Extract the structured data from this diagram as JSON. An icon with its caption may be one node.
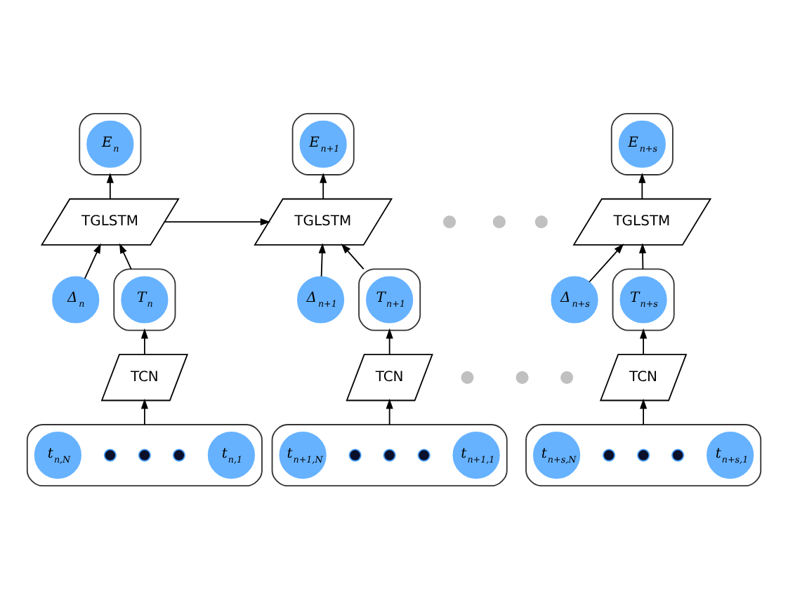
{
  "diagram": {
    "nodes": [
      {
        "text": [],
        "shape": "box"
      },
      {
        "text": [
          "E$_{n}$"
        ],
        "in": 0
      },
      {
        "text": [
          "TGLSTM"
        ]
      },
      {
        "text": [
          "Δ$_{n}$"
        ]
      },
      {
        "text": [],
        "shape": "box"
      },
      {
        "text": [
          "T$_{n}$"
        ],
        "in": 4
      },
      {
        "text": [
          "TCN"
        ]
      },
      {
        "text": [],
        "shape": "box"
      },
      {
        "text": [
          "t$_{n,1}$"
        ],
        "in": 7
      },
      {
        "text": [],
        "shape": "circle",
        "in": 7
      },
      {
        "text": [],
        "shape": "circle",
        "in": 7
      },
      {
        "text": [],
        "shape": "circle",
        "in": 7
      },
      {
        "text": [
          "t$_{n,N}$"
        ],
        "in": 7
      },
      {
        "text": [],
        "shape": "box"
      },
      {
        "text": [
          "E$_{n+1}$"
        ],
        "in": 13
      },
      {
        "text": [
          "TGLSTM"
        ]
      },
      {
        "text": [
          "Δ$_{n+1}$"
        ]
      },
      {
        "text": [],
        "shape": "box"
      },
      {
        "text": [
          "T$_{n+1}$"
        ],
        "in": 17
      },
      {
        "text": [
          "TCN"
        ]
      },
      {
        "text": [],
        "shape": "box"
      },
      {
        "text": [
          "t$_{n+1,1}$"
        ],
        "in": 20
      },
      {
        "text": [],
        "shape": "circle",
        "in": 20
      },
      {
        "text": [],
        "shape": "circle",
        "in": 20
      },
      {
        "text": [],
        "shape": "circle",
        "in": 20
      },
      {
        "text": [
          "t$_{n+1,N}$"
        ],
        "in": 20
      },
      {
        "text": [],
        "shape": "circle"
      },
      {
        "text": [],
        "shape": "circle"
      },
      {
        "text": [],
        "shape": "circle"
      },
      {
        "text": [],
        "shape": "circle"
      },
      {
        "text": [],
        "shape": "circle"
      },
      {
        "text": [],
        "shape": "circle"
      },
      {
        "text": [],
        "shape": "box"
      },
      {
        "text": [
          "E$_{n+s}$"
        ],
        "in": 32
      },
      {
        "text": [
          "TGLSTM"
        ]
      },
      {
        "text": [
          "Δ$_{n+s}$"
        ]
      },
      {
        "text": [],
        "shape": "box"
      },
      {
        "text": [
          "T$_{n+s}$"
        ],
        "in": 36
      },
      {
        "text": [
          "TCN"
        ]
      },
      {
        "text": [],
        "shape": "box"
      },
      {
        "text": [
          "t$_{n+s,1}$"
        ],
        "in": 39
      },
      {
        "text": [],
        "shape": "circle",
        "in": 39
      },
      {
        "text": [],
        "shape": "circle",
        "in": 39
      },
      {
        "text": [],
        "shape": "circle",
        "in": 39
      },
      {
        "text": [
          "t$_{n+s,N}$"
        ],
        "in": 39
      }
    ],
    "edges": [
      {
        "from": 7,
        "to": 6,
        "arrow": "to"
      },
      {
        "from": 6,
        "to": 4,
        "arrow": "to"
      },
      {
        "from": 4,
        "to": 2,
        "arrow": "to"
      },
      {
        "from": 3,
        "to": 2,
        "arrow": "to"
      },
      {
        "from": 2,
        "to": 0,
        "arrow": "to"
      },
      {
        "from": 2,
        "to": 15,
        "arrow": "to"
      },
      {
        "from": 20,
        "to": 19,
        "arrow": "to"
      },
      {
        "from": 19,
        "to": 17,
        "arrow": "to"
      },
      {
        "from": 17,
        "to": 15,
        "arrow": "to"
      },
      {
        "from": 16,
        "to": 15,
        "arrow": "to"
      },
      {
        "from": 15,
        "to": 13,
        "arrow": "to"
      },
      {
        "from": 39,
        "to": 38,
        "arrow": "to"
      },
      {
        "from": 38,
        "to": 36,
        "arrow": "to"
      },
      {
        "from": 36,
        "to": 34,
        "arrow": "to"
      },
      {
        "from": 35,
        "to": 34,
        "arrow": "to"
      },
      {
        "from": 34,
        "to": 32,
        "arrow": "to"
      }
    ]
  }
}
